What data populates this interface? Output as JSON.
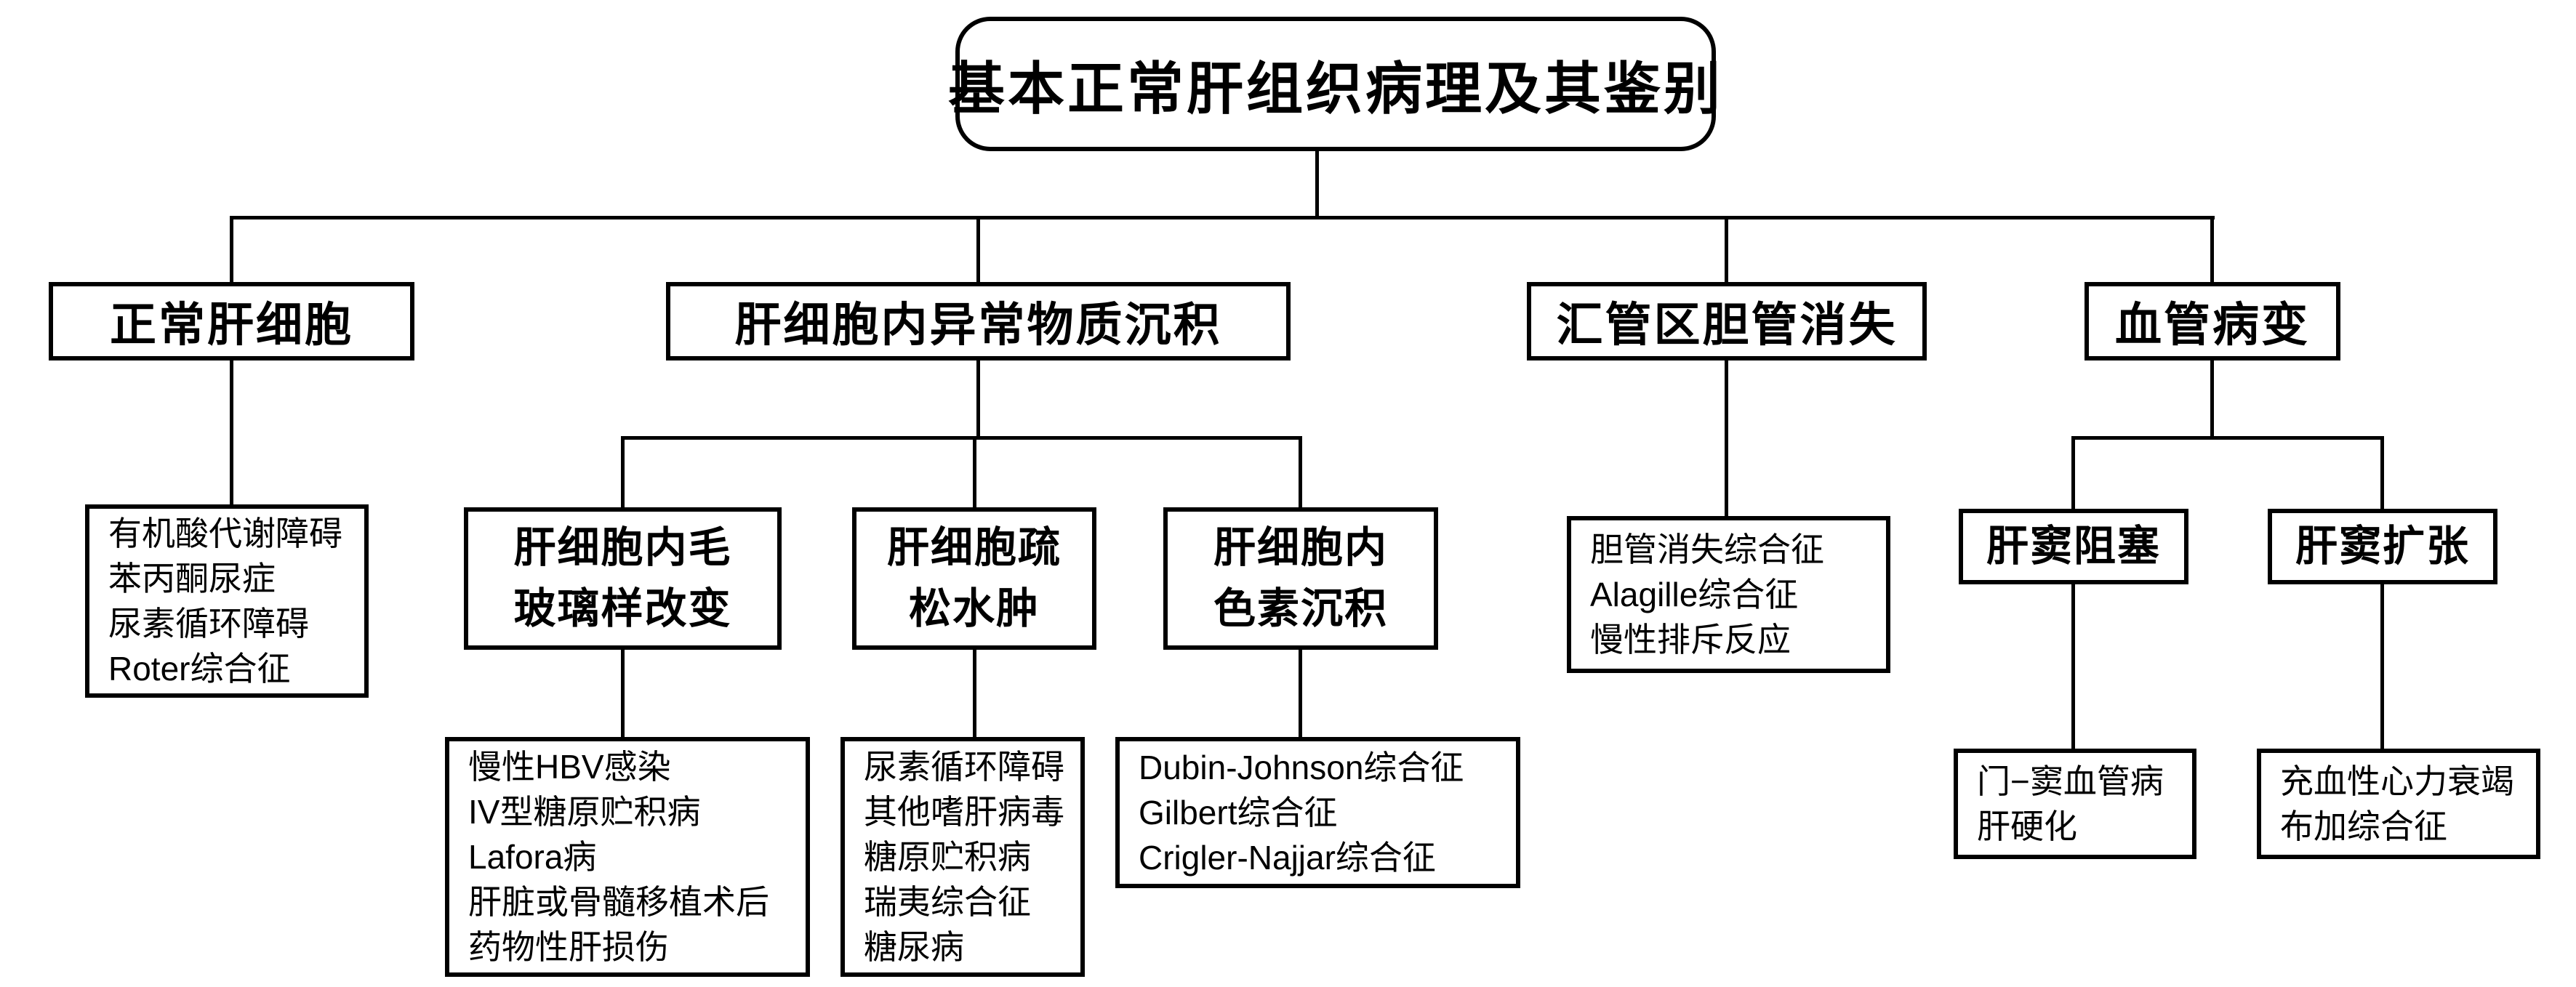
{
  "diagram": {
    "title": "基本正常肝组织病理及其鉴别",
    "colors": {
      "line": "#000000",
      "background": "#ffffff",
      "text": "#000000"
    },
    "level2": {
      "normal": "正常肝细胞",
      "deposit": "肝细胞内异常物质沉积",
      "duct_loss": "汇管区胆管消失",
      "vascular": "血管病变"
    },
    "level3": {
      "normal_list": [
        "有机酸代谢障碍",
        "苯丙酮尿症",
        "尿素循环障碍",
        "Roter综合征"
      ],
      "ground_glass": [
        "肝细胞内毛",
        "玻璃样改变"
      ],
      "edema": [
        "肝细胞疏",
        "松水肿"
      ],
      "pigment": [
        "肝细胞内",
        "色素沉积"
      ],
      "duct_list": [
        "胆管消失综合征",
        "Alagille综合征",
        "慢性排斥反应"
      ],
      "sinus_obstruction": "肝窦阻塞",
      "sinus_dilation": "肝窦扩张"
    },
    "level4": {
      "ground_glass_list": [
        "慢性HBV感染",
        "IV型糖原贮积病",
        "Lafora病",
        "肝脏或骨髓移植术后",
        "药物性肝损伤"
      ],
      "edema_list": [
        "尿素循环障碍",
        "其他嗜肝病毒",
        "糖原贮积病",
        "瑞夷综合征",
        "糖尿病"
      ],
      "pigment_list": [
        "Dubin-Johnson综合征",
        "Gilbert综合征",
        "Crigler-Najjar综合征"
      ],
      "obstruction_list": [
        "门−窦血管病",
        "肝硬化"
      ],
      "dilation_list": [
        "充血性心力衰竭",
        "布加综合征"
      ]
    }
  }
}
